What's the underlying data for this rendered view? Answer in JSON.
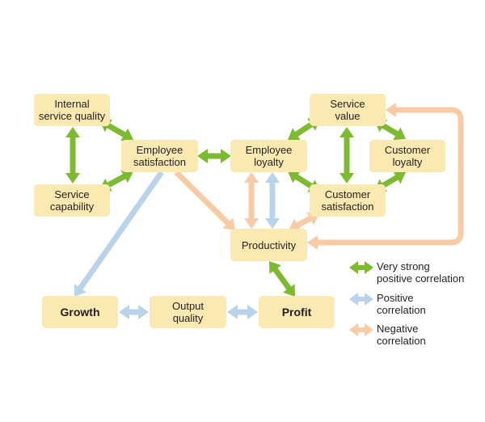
{
  "colors": {
    "node_fill": "#fae9b1",
    "very_strong": "#7cbb2f",
    "positive": "#b9d3ec",
    "negative": "#f8cba5"
  },
  "nodes": {
    "internal_service_quality": {
      "label": "Internal\nservice quality"
    },
    "service_capability": {
      "label": "Service\ncapability"
    },
    "employee_satisfaction": {
      "label": "Employee\nsatisfaction"
    },
    "employee_loyalty": {
      "label": "Employee\nloyalty"
    },
    "service_value": {
      "label": "Service\nvalue"
    },
    "customer_loyalty": {
      "label": "Customer\nloyalty"
    },
    "customer_satisfaction": {
      "label": "Customer\nsatisfaction"
    },
    "productivity": {
      "label": "Productivity"
    },
    "growth": {
      "label": "Growth"
    },
    "output_quality": {
      "label": "Output\nquality"
    },
    "profit": {
      "label": "Profit"
    }
  },
  "legend": {
    "very_strong": "Very strong\npositive correlation",
    "positive": "Positive\ncorrelation",
    "negative": "Negative\ncorrelation"
  }
}
